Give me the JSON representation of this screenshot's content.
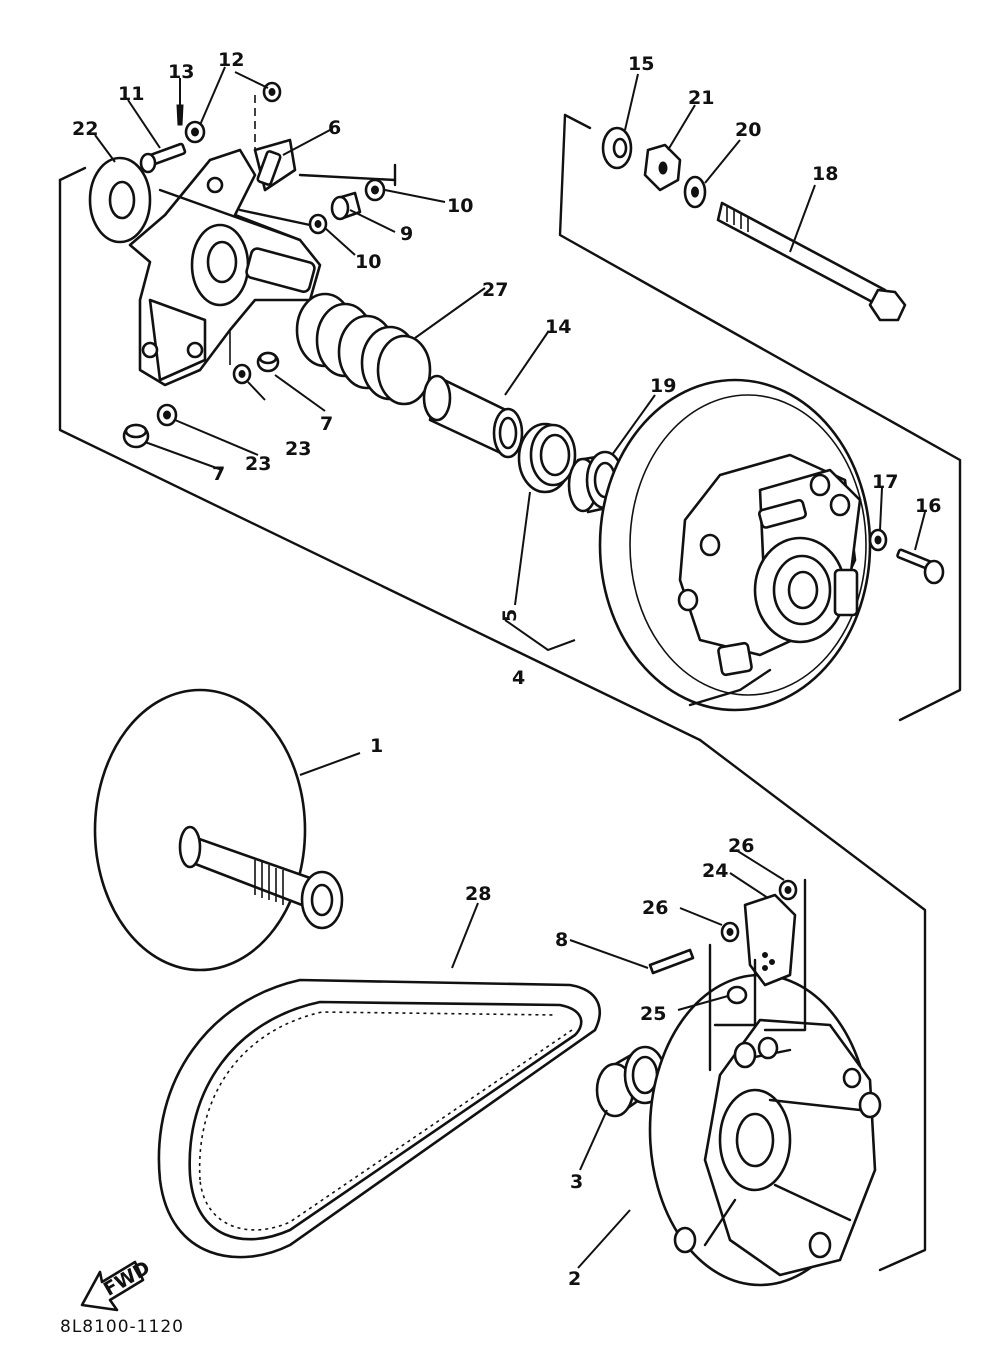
{
  "diagram": {
    "callouts": [
      {
        "id": "c1",
        "text": "1"
      },
      {
        "id": "c2",
        "text": "2"
      },
      {
        "id": "c3",
        "text": "3"
      },
      {
        "id": "c4",
        "text": "4"
      },
      {
        "id": "c5",
        "text": "5"
      },
      {
        "id": "c6",
        "text": "6"
      },
      {
        "id": "c7a",
        "text": "7"
      },
      {
        "id": "c7b",
        "text": "7"
      },
      {
        "id": "c8",
        "text": "8"
      },
      {
        "id": "c9",
        "text": "9"
      },
      {
        "id": "c10a",
        "text": "10"
      },
      {
        "id": "c10b",
        "text": "10"
      },
      {
        "id": "c11",
        "text": "11"
      },
      {
        "id": "c12",
        "text": "12"
      },
      {
        "id": "c13",
        "text": "13"
      },
      {
        "id": "c14",
        "text": "14"
      },
      {
        "id": "c15",
        "text": "15"
      },
      {
        "id": "c16",
        "text": "16"
      },
      {
        "id": "c17",
        "text": "17"
      },
      {
        "id": "c18",
        "text": "18"
      },
      {
        "id": "c19",
        "text": "19"
      },
      {
        "id": "c20",
        "text": "20"
      },
      {
        "id": "c21",
        "text": "21"
      },
      {
        "id": "c22",
        "text": "22"
      },
      {
        "id": "c23a",
        "text": "23"
      },
      {
        "id": "c23b",
        "text": "23"
      },
      {
        "id": "c24",
        "text": "24"
      },
      {
        "id": "c25",
        "text": "25"
      },
      {
        "id": "c26a",
        "text": "26"
      },
      {
        "id": "c26b",
        "text": "26"
      },
      {
        "id": "c27",
        "text": "27"
      },
      {
        "id": "c28",
        "text": "28"
      }
    ],
    "fwd_label": "FWD",
    "drawing_code": "8L8100-1120"
  }
}
